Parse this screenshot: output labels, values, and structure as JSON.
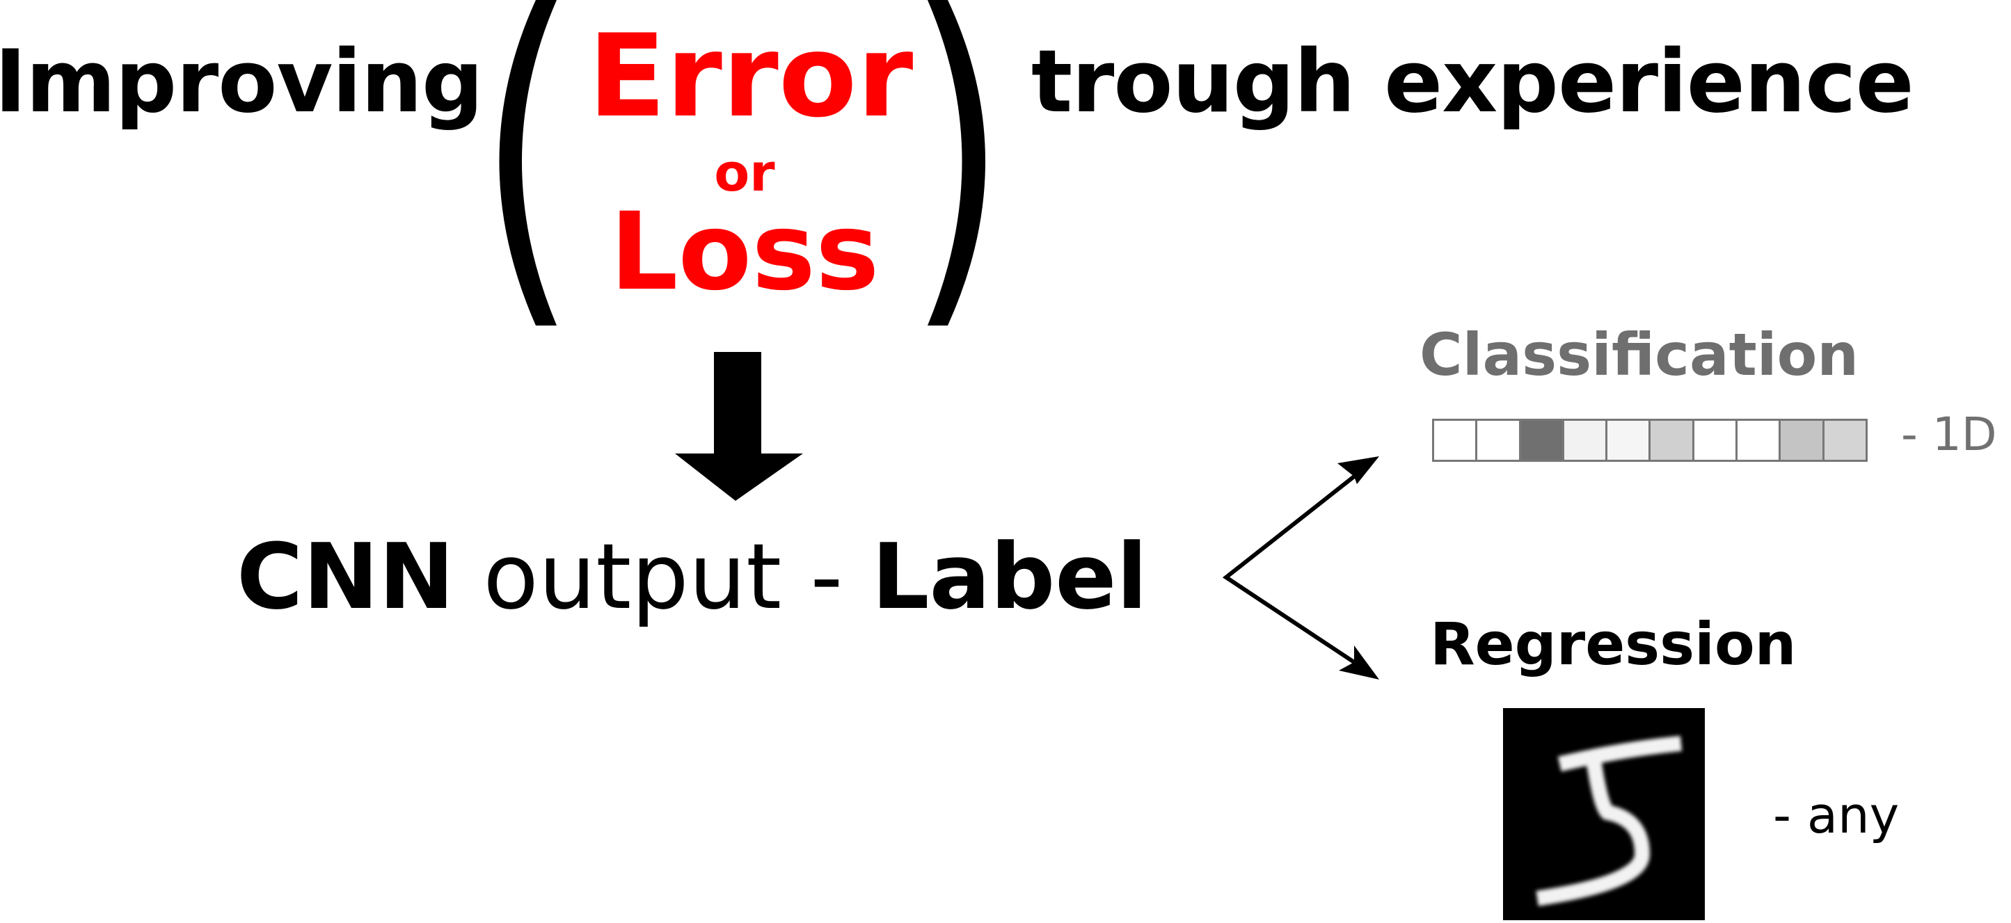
{
  "title": {
    "prefix": "Improving",
    "error": "Error",
    "or": "or",
    "loss": "Loss",
    "suffix": "trough experience"
  },
  "cnn": {
    "cnn": "CNN",
    "output": " output - ",
    "label": "Label"
  },
  "classification": {
    "label": "Classification",
    "suffix": "- 1D",
    "cell_colors": [
      "#ffffff",
      "#ffffff",
      "#707070",
      "#f2f2f2",
      "#f5f5f5",
      "#d0d0d0",
      "#ffffff",
      "#ffffff",
      "#c4c4c4",
      "#d4d4d4"
    ]
  },
  "regression": {
    "label": "Regression",
    "suffix": "- any",
    "image_icon": "handwritten-digit-5-image"
  },
  "colors": {
    "accent": "#ff0000",
    "muted": "#707070"
  }
}
